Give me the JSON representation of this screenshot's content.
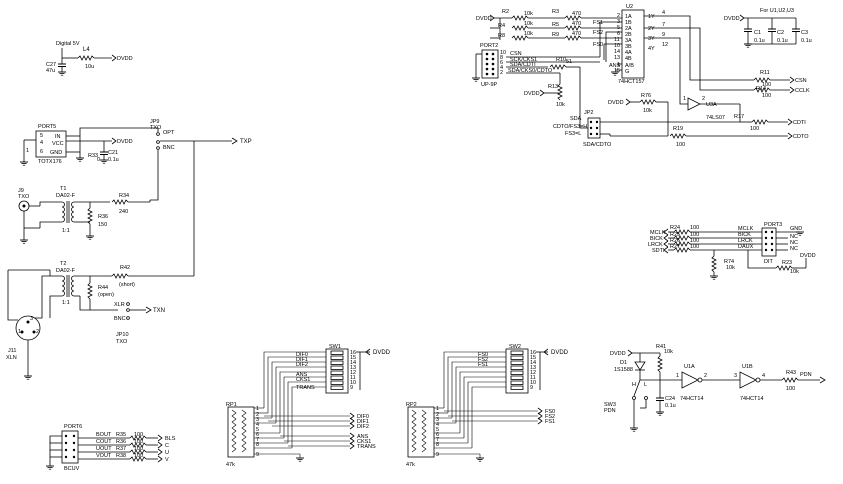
{
  "power": {
    "dvdd": "DVDD",
    "digital_5v": "Digital 5V",
    "for_note": "For U1,U2,U3",
    "caps": [
      {
        "name": "C1",
        "value": "0.1u"
      },
      {
        "name": "C2",
        "value": "0.1u"
      },
      {
        "name": "C3",
        "value": "0.1u"
      }
    ],
    "c27_name": "C27",
    "c27_value": "47u",
    "l4_name": "L4",
    "l4_value": "10u"
  },
  "mux": {
    "u2_name": "U2",
    "u2_part": "74HCT157",
    "u2_left_pins": [
      "1A",
      "1B",
      "2A",
      "2B",
      "3A",
      "3B",
      "4A",
      "4B",
      "A/B",
      "G"
    ],
    "u2_left_nums": [
      "2",
      "3",
      "5",
      "6",
      "11",
      "10",
      "14",
      "13",
      "1",
      "15"
    ],
    "u2_right_pins": [
      "1Y",
      "2Y",
      "3Y",
      "4Y"
    ],
    "u2_right_nums": [
      "4",
      "7",
      "9",
      "12"
    ],
    "pullups": [
      {
        "name": "R2",
        "value": "10k"
      },
      {
        "name": "R4",
        "value": "10k"
      },
      {
        "name": "R8",
        "value": "10k"
      }
    ],
    "series": [
      {
        "name": "R3",
        "value": "470"
      },
      {
        "name": "R5",
        "value": "470"
      },
      {
        "name": "R9",
        "value": "470"
      }
    ],
    "fs_labels": [
      "FS1",
      "FS2",
      "FS0"
    ],
    "ans": "ANS",
    "port2": "PORT2",
    "port2_type": "UP-9P",
    "port2_signals": [
      "CSN",
      "SCK/CKS1",
      "SDA/CDTI",
      "SDA/CKS0/CDTO"
    ],
    "port2_nums": [
      "10",
      "8",
      "6",
      "4",
      "2",
      "9",
      "7",
      "5",
      "3",
      "1"
    ],
    "r10_name": "R10",
    "r10_value": "51",
    "r13_name": "R13",
    "r13_value": "10k",
    "r76_name": "R76",
    "r76_value": "10k",
    "u3_name": "U3A",
    "u3_part": "74LS07",
    "u3_pin_in": "1",
    "u3_pin_out": "2",
    "r11_name": "R11",
    "r11_value": "100",
    "r14_name": "R14",
    "r14_value": "100",
    "r17_name": "R17",
    "r17_value": "100",
    "r19_name": "R19",
    "r19_value": "100",
    "jp2_name": "JP2",
    "sda_label": "SDA",
    "jp2_labels": [
      "CDTO/FS3=H",
      "FS3=L",
      "SDA/CDTO"
    ],
    "outputs": [
      "CSN",
      "CCLK",
      "CDTI",
      "CDTO"
    ]
  },
  "tx": {
    "port5": "PORT5",
    "port5_part": "TOTX176",
    "port5_pins": [
      "IN",
      "VCC",
      "GND"
    ],
    "port5_nums": [
      "5",
      "4",
      "6",
      "1"
    ],
    "r33_name": "R33",
    "r33_value": "0",
    "c21_name": "C21",
    "c21_value": "0.1u",
    "jp9_name": "JP9",
    "jp9_sub": "TXO",
    "jp9_pins": [
      "OPT",
      "BNC"
    ],
    "txp": "TXP",
    "j9_name": "J9",
    "j9_sub": "TXO",
    "t1_name": "T1",
    "t1_part": "DA02-F",
    "t1_ratio": "1:1",
    "r34_name": "R34",
    "r34_value": "240",
    "r36_name": "R36",
    "r36_value": "150",
    "t2_name": "T2",
    "t2_part": "DA02-F",
    "t2_ratio": "1:1",
    "r42_name": "R42",
    "r42_value": "(short)",
    "r44_name": "R44",
    "r44_value": "(open)",
    "jp10_name": "JP10",
    "jp10_sub": "TXO",
    "jp10_pins": [
      "XLR",
      "BNC"
    ],
    "txn": "TXN",
    "j11_name": "J11",
    "j11_sub": "XLN"
  },
  "port3": {
    "signals": [
      "MCLK",
      "BICK",
      "LRCK",
      "SDTI"
    ],
    "resistors": [
      {
        "name": "R24",
        "value": "100"
      },
      {
        "name": "R25",
        "value": "100"
      },
      {
        "name": "R26",
        "value": "100"
      },
      {
        "name": "R27",
        "value": "100"
      }
    ],
    "pins_left": [
      "MCLK",
      "BICK",
      "LRCK",
      "DAUX"
    ],
    "pins_right": [
      "GND",
      "NC",
      "NC",
      "NC"
    ],
    "name": "PORT3",
    "part": "DIT",
    "r74_name": "R74",
    "r74_value": "10k",
    "r23_name": "R23",
    "r23_value": "10k",
    "dvdd": "DVDD"
  },
  "sw1": {
    "name": "SW1",
    "labels": [
      "DIF0",
      "DIF1",
      "DIF2",
      "ANS",
      "CKS1",
      "TRANS"
    ],
    "pins_left": [
      "1",
      "2",
      "3",
      "4",
      "5",
      "6",
      "7",
      "8"
    ],
    "pins_right": [
      "16",
      "15",
      "14",
      "13",
      "12",
      "11",
      "10",
      "9"
    ],
    "rp_name": "RP1",
    "rp_value": "47k",
    "rp_pins": [
      "1",
      "2",
      "3",
      "4",
      "5",
      "6",
      "7",
      "8",
      "9"
    ],
    "outputs": [
      "DIF0",
      "DIF1",
      "DIF2",
      "ANS",
      "CKS1",
      "TRANS"
    ],
    "dvdd": "DVDD"
  },
  "sw2": {
    "name": "SW2",
    "labels": [
      "FS0",
      "FS2",
      "FS1"
    ],
    "pins_left": [
      "1",
      "2",
      "3",
      "4",
      "5",
      "6",
      "7",
      "8"
    ],
    "pins_right": [
      "16",
      "15",
      "14",
      "13",
      "12",
      "11",
      "10",
      "9"
    ],
    "rp_name": "RP2",
    "rp_value": "47k",
    "rp_pins": [
      "1",
      "2",
      "3",
      "4",
      "5",
      "6",
      "7",
      "8",
      "9"
    ],
    "outputs": [
      "FS0",
      "FS2",
      "FS1"
    ],
    "dvdd": "DVDD"
  },
  "pdn": {
    "dvdd": "DVDD",
    "d1_name": "D1",
    "d1_part": "1S1588",
    "r41_name": "R41",
    "r41_value": "10k",
    "sw3_name": "SW3",
    "sw3_sub": "PDN",
    "sw3_pins": [
      "H",
      "L"
    ],
    "c24_name": "C24",
    "c24_value": "0.1u",
    "u1a_name": "U1A",
    "u1a_part": "74HCT14",
    "u1a_pins": [
      "1",
      "2"
    ],
    "u1b_name": "U1B",
    "u1b_part": "74HCT14",
    "u1b_pins": [
      "3",
      "4"
    ],
    "r43_name": "R43",
    "r43_value": "100",
    "output": "PDN"
  },
  "port6": {
    "name": "PORT6",
    "part": "BCUV",
    "pins": [
      "BOUT",
      "COUT",
      "UOUT",
      "VOUT"
    ],
    "resistors": [
      {
        "name": "R35",
        "value": "100"
      },
      {
        "name": "R36",
        "value": "100"
      },
      {
        "name": "R37",
        "value": "100"
      },
      {
        "name": "R38",
        "value": "100"
      }
    ],
    "outputs": [
      "BLS",
      "C",
      "U",
      "V"
    ]
  }
}
